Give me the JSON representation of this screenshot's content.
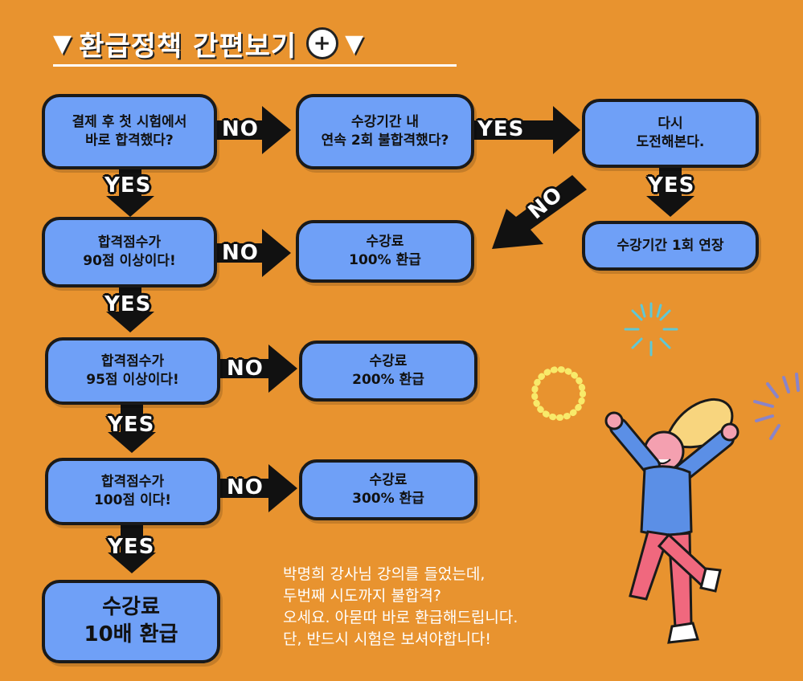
{
  "title": {
    "prefix_symbol": "▼",
    "text": "환급정책 간편보기",
    "plus_symbol": "+",
    "suffix_symbol": "▼"
  },
  "boxes": {
    "q1": "결제 후 첫 시험에서\n바로 합격했다?",
    "q2": "수강기간 내\n연속 2회 불합격했다?",
    "retry": "다시\n도전해본다.",
    "extend": "수강기간 1회 연장",
    "q3": "합격점수가\n90점 이상이다!",
    "r100": "수강료\n100% 환급",
    "q4": "합격점수가\n95점 이상이다!",
    "r200": "수강료\n200% 환급",
    "q5": "합격점수가\n100점 이다!",
    "r300": "수강료\n300% 환급",
    "r10x": "수강료\n10배 환급"
  },
  "labels": {
    "yes": "YES",
    "no": "NO"
  },
  "note": "박명희 강사님 강의를 들었는데,\n두번째 시도까지 불합격?\n오세요. 아묻따 바로 환급해드립니다.\n단, 반드시 시험은 보셔야합니다!",
  "colors": {
    "background": "#E8932F",
    "box_fill": "#6FA0F7",
    "outline": "#1a1a1a"
  }
}
